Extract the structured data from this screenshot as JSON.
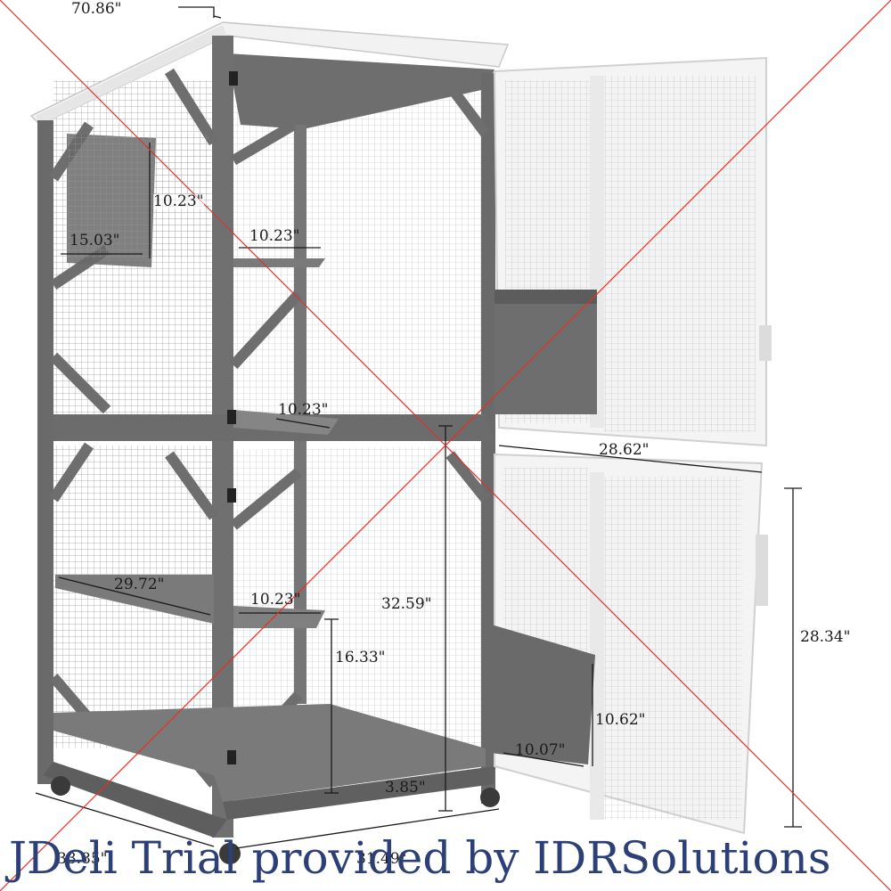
{
  "dimensions": {
    "overall_height": "70.86\"",
    "top_box_height": "10.23\"",
    "top_box_width": "15.03\"",
    "upper_shelf_width": "10.23\"",
    "middle_shelf_width": "10.23\"",
    "door_width": "28.62\"",
    "lower_shelf_length": "29.72\"",
    "lower_small_shelf_width": "10.23\"",
    "middle_height": "32.59\"",
    "lower_shelf_height": "16.33\"",
    "door_height": "28.34\"",
    "pet_door_height": "10.62\"",
    "pet_door_width": "10.07\"",
    "wheel_clearance": "3.85\"",
    "base_depth": "33.85\"",
    "base_width": "31.49\""
  },
  "watermark": "JDeli Trial provided by IDRSolutions",
  "colors": {
    "frame": "#707070",
    "frame_dark": "#5e5e5e",
    "roof": "#f2f2f2",
    "mesh": "#9a9a9a",
    "watermark_lines": "#e03030",
    "watermark_text": "#2c3f77"
  }
}
